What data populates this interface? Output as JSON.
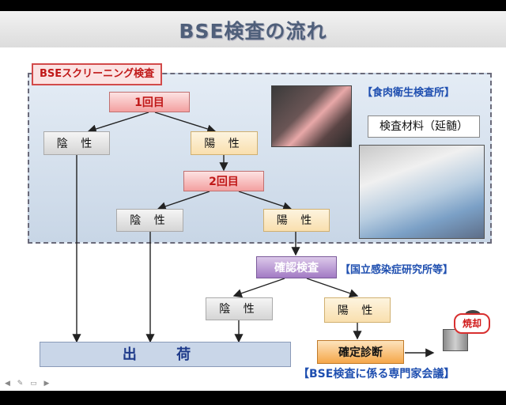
{
  "title": "BSE検査の流れ",
  "screening_label": "BSEスクリーニング検査",
  "lab_label": "【食肉衛生検査所】",
  "sample_label": "検査材料（延髄）",
  "nodes": {
    "first": "1回目",
    "neg1": "陰 性",
    "pos1": "陽 性",
    "second": "2回目",
    "neg2": "陰 性",
    "pos2": "陽 性",
    "confirm": "確認検査",
    "neg3": "陰 性",
    "pos3": "陽 性",
    "shipment": "出 荷",
    "diagnosis": "確定診断"
  },
  "institute_label": "【国立感染症研究所等】",
  "expert_label": "【BSE検査に係る専門家会議】",
  "burn_label": "焼却",
  "colors": {
    "pink_text": "#c01818",
    "blue_label": "#1f4fb0",
    "purple": "#a27ac4",
    "orange": "#f5a74a"
  }
}
